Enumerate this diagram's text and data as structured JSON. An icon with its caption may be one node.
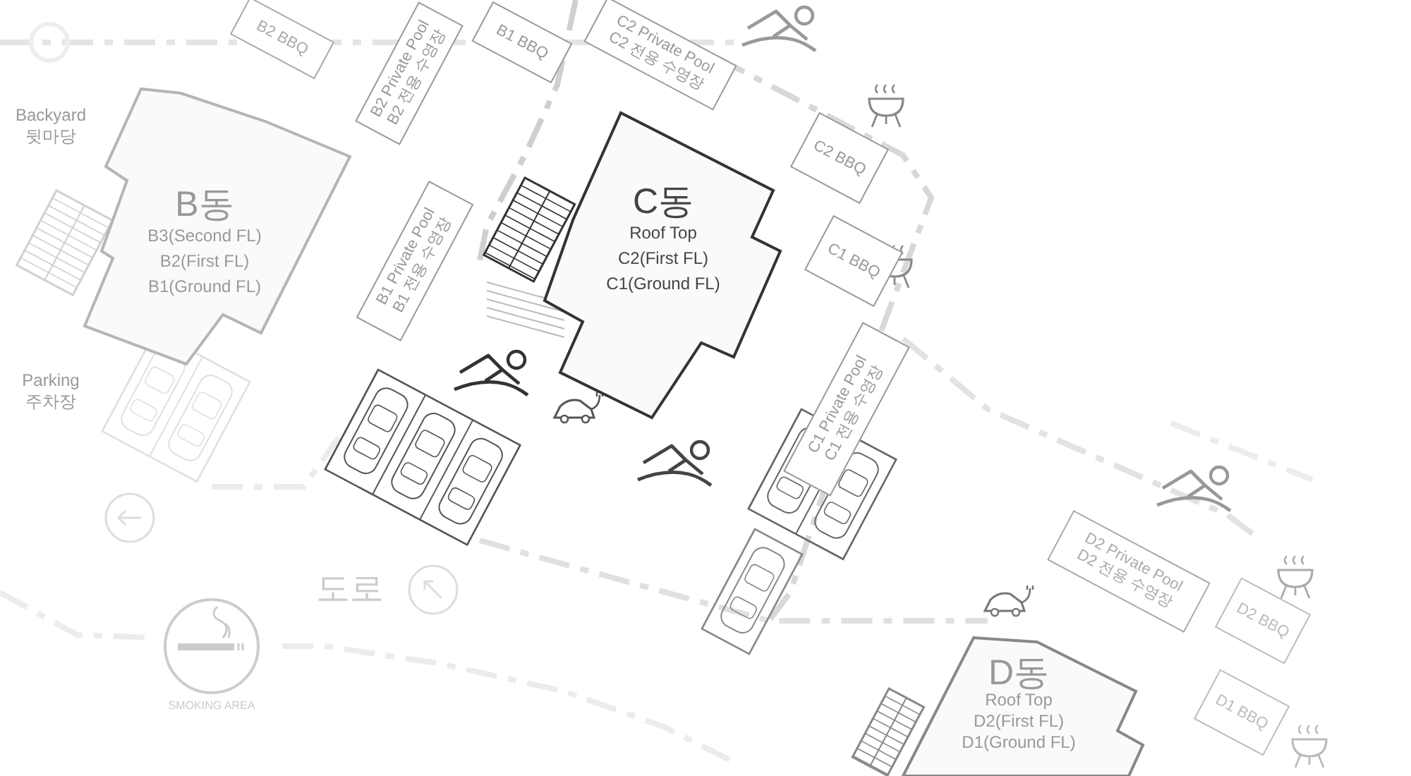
{
  "diagram": {
    "nodes": [
      {
        "text": [
          "B2 BBQ"
        ]
      },
      {
        "text": [
          "B2 Private Pool",
          "B2 전용 수영장"
        ]
      },
      {
        "text": [
          "B1 BBQ"
        ]
      },
      {
        "text": [
          "C2 Private Pool",
          "C2 전용 수영장"
        ]
      },
      {
        "text": [
          "B동",
          "B3(Second FL)",
          "B2(First FL)",
          "B1(Ground FL)"
        ]
      },
      {
        "text": [
          "C동",
          "Roof Top",
          "C2(First FL)",
          "C1(Ground FL)"
        ]
      },
      {
        "text": [
          "C2 BBQ"
        ]
      },
      {
        "text": [
          "B1 Private Pool",
          "B1 전용 수영장"
        ]
      },
      {
        "text": [
          "C1 BBQ"
        ]
      },
      {
        "text": [
          "C1 Private Pool",
          "C1 전용 수영장"
        ]
      },
      {
        "text": [
          "D2 Private Pool",
          "D2 전용 수영장"
        ]
      },
      {
        "text": [
          "D2 BBQ"
        ]
      },
      {
        "text": [
          "D동",
          "Roof Top",
          "D2(First FL)",
          "D1(Ground FL)"
        ]
      },
      {
        "text": [
          "D1 BBQ"
        ]
      }
    ],
    "labels": [
      "Backyard 뒷마당",
      "Parking 주차장",
      "도로",
      "SMOKING AREA"
    ]
  }
}
